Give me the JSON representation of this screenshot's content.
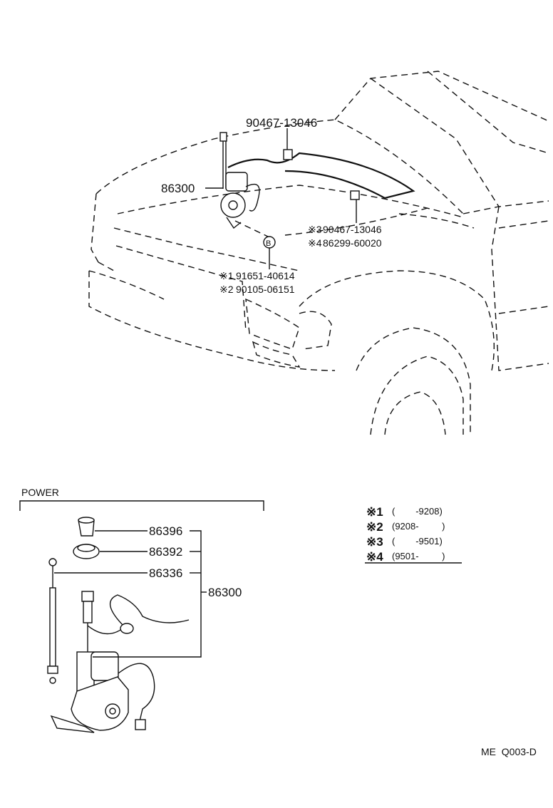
{
  "upper_diagram": {
    "callout_top": "90467-13046",
    "callout_left": "86300",
    "callout_mid_1_mark": "※3",
    "callout_mid_1_text": "90467-13046",
    "callout_mid_2_mark": "※4",
    "callout_mid_2_text": "86299-60020",
    "circle_marker": "B",
    "callout_low_1_mark": "※1",
    "callout_low_1_text": "91651-40614",
    "callout_low_2_mark": "※2",
    "callout_low_2_text": "90105-06151"
  },
  "lower_diagram": {
    "section_title": "POWER",
    "parts": [
      "86396",
      "86392",
      "86336"
    ],
    "assembly": "86300"
  },
  "legend": [
    {
      "mark": "※1",
      "range": "(        -9208)"
    },
    {
      "mark": "※2",
      "range": "(9208-         )"
    },
    {
      "mark": "※3",
      "range": "(        -9501)"
    },
    {
      "mark": "※4",
      "range": "(9501-         )"
    }
  ],
  "footer_code": "ME  Q003-D"
}
